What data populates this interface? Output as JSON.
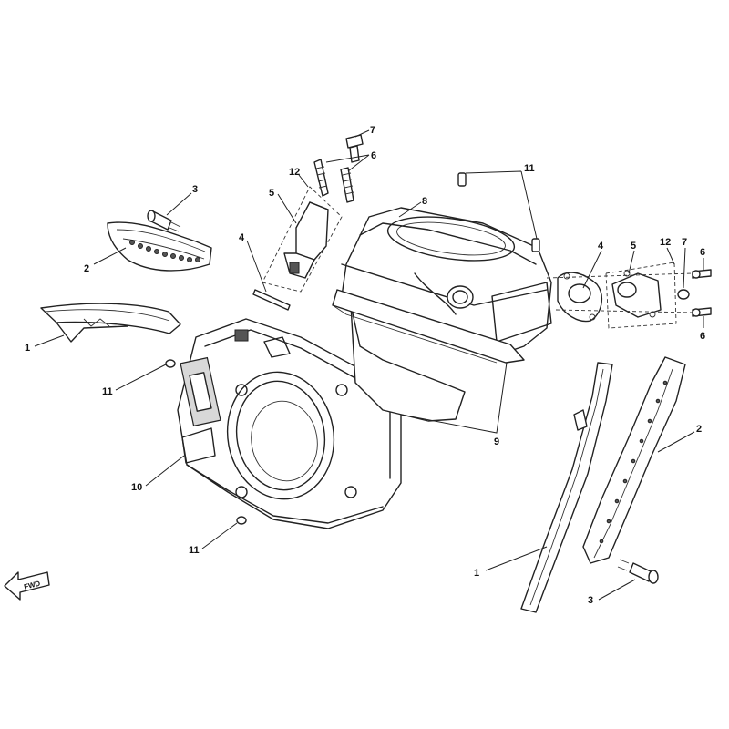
{
  "callouts": {
    "c1a": "1",
    "c1b": "1",
    "c2a": "2",
    "c2b": "2",
    "c3a": "3",
    "c3b": "3",
    "c4a": "4",
    "c4b": "4",
    "c5a": "5",
    "c5b": "5",
    "c6a": "6",
    "c6b": "6",
    "c6c": "6",
    "c7a": "7",
    "c7b": "7",
    "c8": "8",
    "c9": "9",
    "c10": "10",
    "c11a": "11",
    "c11b": "11",
    "c11c": "11",
    "c12a": "12",
    "c12b": "12"
  },
  "fwd_label": "FWD",
  "colors": {
    "line": "#222222",
    "background": "#ffffff"
  }
}
